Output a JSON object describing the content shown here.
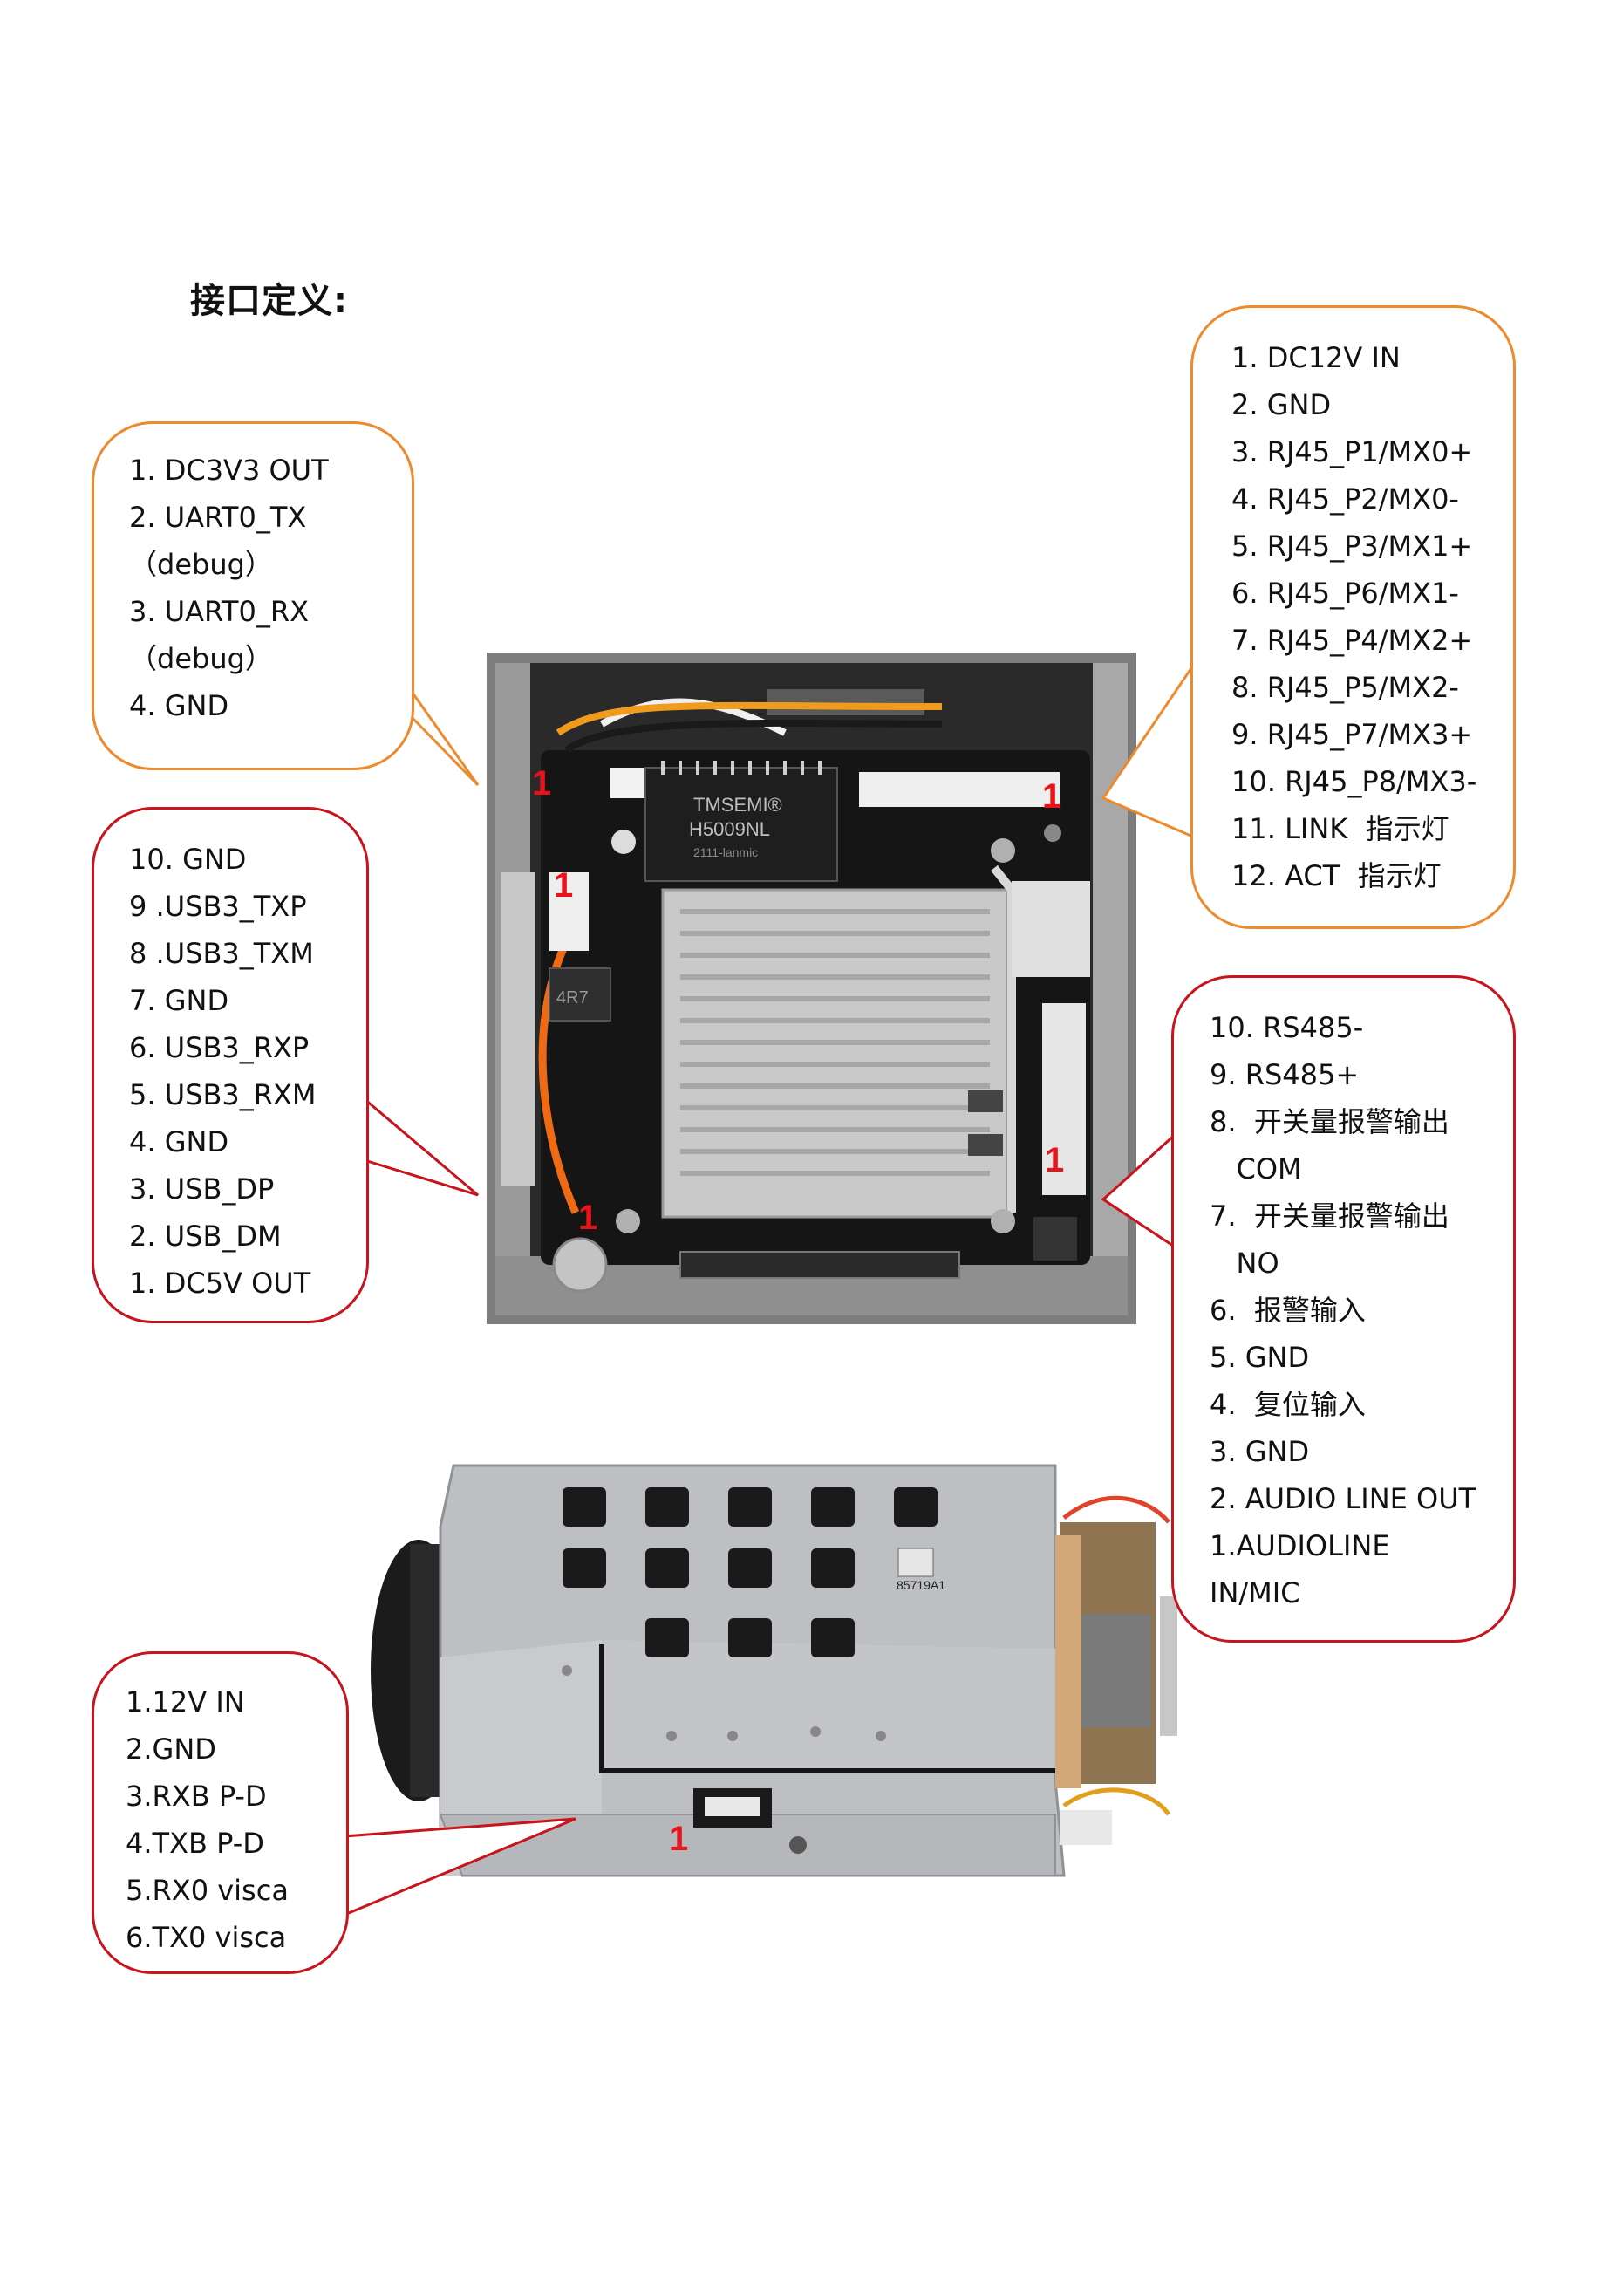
{
  "title": "接口定义:",
  "pin_marker": "1",
  "callouts": {
    "top_left": [
      "1. DC3V3 OUT",
      "2. UART0_TX",
      "（debug）",
      "3. UART0_RX",
      "（debug）",
      "4. GND"
    ],
    "left_usb": [
      "10. GND",
      "9 .USB3_TXP",
      "8 .USB3_TXM",
      "7. GND",
      "6. USB3_RXP",
      "5. USB3_RXM",
      "4. GND",
      "3. USB_DP",
      "2. USB_DM",
      "1. DC5V OUT"
    ],
    "top_right": [
      "1. DC12V IN",
      "2. GND",
      "3. RJ45_P1/MX0+",
      "4. RJ45_P2/MX0-",
      "5. RJ45_P3/MX1+",
      "6. RJ45_P6/MX1-",
      "7. RJ45_P4/MX2+",
      "8. RJ45_P5/MX2-",
      "9. RJ45_P7/MX3+",
      "10. RJ45_P8/MX3-",
      "11. LINK  指示灯",
      "12. ACT  指示灯"
    ],
    "right_io": [
      "10. RS485-",
      "9. RS485+",
      "8.  开关量报警输出",
      "   COM",
      "7.  开关量报警输出",
      "   NO",
      "6.  报警输入",
      "5. GND",
      "4.  复位输入",
      "3. GND",
      "2. AUDIO LINE OUT",
      "1.AUDIOLINE",
      "IN/MIC"
    ],
    "bottom_left": [
      "1.12V IN",
      "2.GND",
      "3.RXB P-D",
      "4.TXB P-D",
      "5.RX0 visca",
      "6.TX0 visca"
    ]
  },
  "board": {
    "chip_brand": "TMSEMI®",
    "chip_model": "H5009NL",
    "chip_code": "2111-lanmic",
    "inductor_label": "4R7"
  },
  "camera": {
    "sticker_label": "85719A1"
  },
  "colors": {
    "orange": "#ee8a2e",
    "red": "#c8141c",
    "pin_red": "#e8141c"
  }
}
